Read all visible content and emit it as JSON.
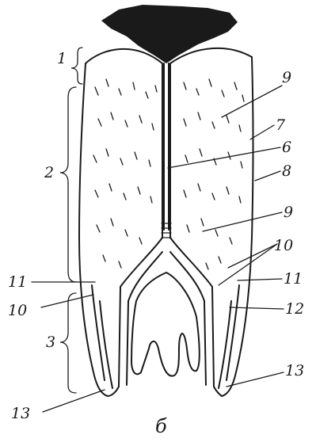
{
  "figure": {
    "caption": "б",
    "labels": {
      "l1": "1",
      "l2": "2",
      "l3": "3",
      "l6": "6",
      "l7": "7",
      "l8": "8",
      "l9a": "9",
      "l9b": "9",
      "l10a": "10",
      "l10b": "10",
      "l11a": "11",
      "l11b": "11",
      "l12": "12",
      "l13a": "13",
      "l13b": "13"
    }
  }
}
